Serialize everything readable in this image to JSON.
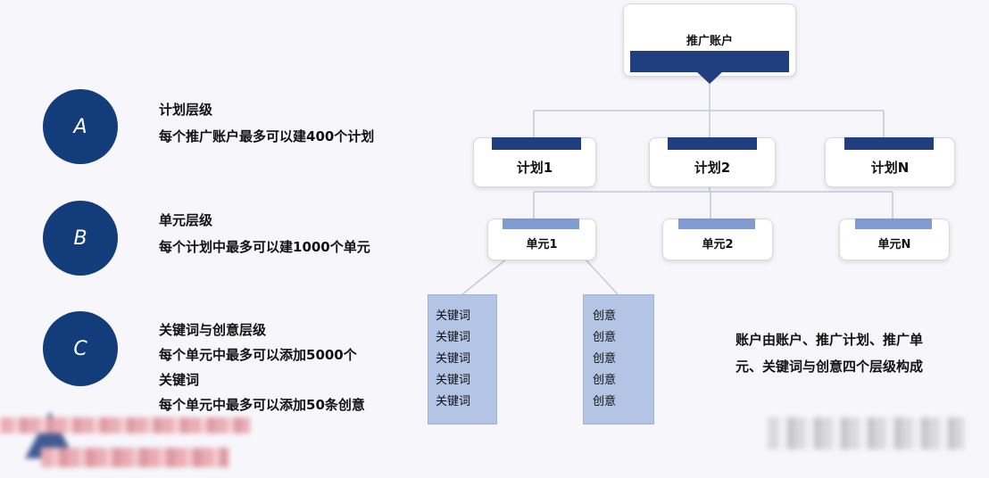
{
  "left": {
    "items": [
      {
        "letter": "A",
        "title": "计划层级",
        "lines": [
          "每个推广账户最多可以建400个计划"
        ]
      },
      {
        "letter": "B",
        "title": "单元层级",
        "lines": [
          "每个计划中最多可以建1000个单元"
        ]
      },
      {
        "letter": "C",
        "title": "关键词与创意层级",
        "lines": [
          "每个单元中最多可以添加5000个",
          "关键词",
          "每个单元中最多可以添加50条创意"
        ]
      }
    ]
  },
  "tree": {
    "root": "推广账户",
    "plans": [
      "计划1",
      "计划2",
      "计划N"
    ],
    "units": [
      "单元1",
      "单元2",
      "单元N"
    ],
    "keywords": [
      "关键词",
      "关键词",
      "关键词",
      "关键词",
      "关键词"
    ],
    "creatives": [
      "创意",
      "创意",
      "创意",
      "创意",
      "创意"
    ]
  },
  "summary": "账户由账户、推广计划、推广单元、关键词与创意四个层级构成",
  "summary_lines": [
    "账户由账户、推广计划、推广单",
    "元、关键词与创意四个层级构成"
  ],
  "colors": {
    "accent": "#123c7a",
    "bar": "#1f3f80",
    "column": "#b3c4e4"
  }
}
